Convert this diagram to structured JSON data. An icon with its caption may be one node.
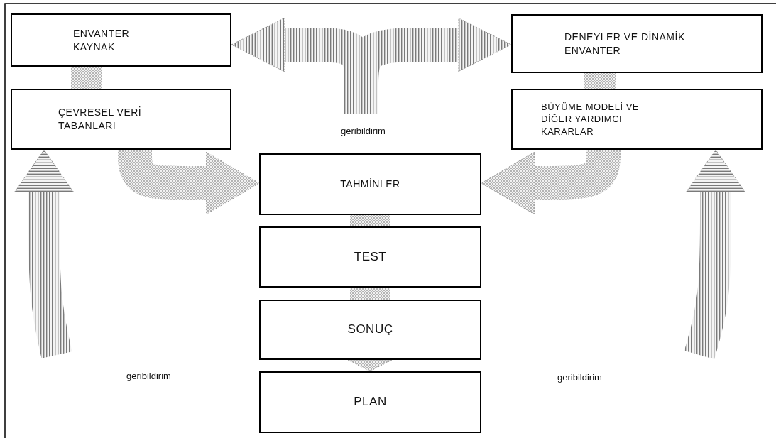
{
  "diagram": {
    "nodes": [
      {
        "text": [
          "ENVANTER KAYNAK"
        ]
      },
      {
        "text": [
          "DENEYLER VE DİNAMİK ENVANTER"
        ]
      },
      {
        "text": [
          "ÇEVRESEL VERİ TABANLARI"
        ]
      },
      {
        "text": [
          "BÜYÜME MODELİ VE DİĞER YARDIMCI KARARLAR"
        ]
      },
      {
        "text": [
          "TAHMİNLER"
        ]
      },
      {
        "text": [
          "TEST"
        ]
      },
      {
        "text": [
          "SONUÇ"
        ]
      },
      {
        "text": [
          "PLAN"
        ]
      }
    ],
    "edges": [
      {
        "from": null,
        "to": 0,
        "arrow": "to",
        "style": "thick"
      },
      {
        "from": null,
        "to": 1,
        "arrow": "to",
        "style": "thick"
      },
      {
        "from": 0,
        "to": 2,
        "arrow": "none",
        "style": "thick"
      },
      {
        "from": 2,
        "to": 4,
        "arrow": "to",
        "style": "thick"
      },
      {
        "from": 1,
        "to": 3,
        "arrow": "none",
        "style": "thick"
      },
      {
        "from": 3,
        "to": 4,
        "arrow": "to",
        "style": "thick"
      },
      {
        "from": 4,
        "to": 5,
        "arrow": "none",
        "style": "thick"
      },
      {
        "from": 5,
        "to": 6,
        "arrow": "none",
        "style": "thick"
      },
      {
        "from": 6,
        "to": 7,
        "arrow": "to",
        "style": "thick"
      },
      {
        "from": null,
        "to": 2,
        "arrow": "to",
        "style": "thick"
      },
      {
        "from": null,
        "to": 3,
        "arrow": "to",
        "style": "thick"
      }
    ],
    "labels": [
      "geribildirim",
      "geribildirim",
      "geribildirim"
    ]
  }
}
